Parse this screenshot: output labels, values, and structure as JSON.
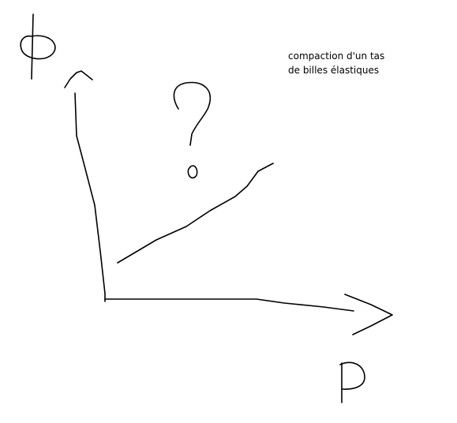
{
  "annotation": {
    "line1": "compaction d'un tas",
    "line2": "de billes élastiques"
  },
  "colors": {
    "ink": "#000000",
    "background": "#ffffff"
  },
  "symbols": {
    "y_axis_symbol": "phi-glyph",
    "x_axis_symbol": "P-glyph",
    "curve_label": "question-mark-glyph"
  }
}
